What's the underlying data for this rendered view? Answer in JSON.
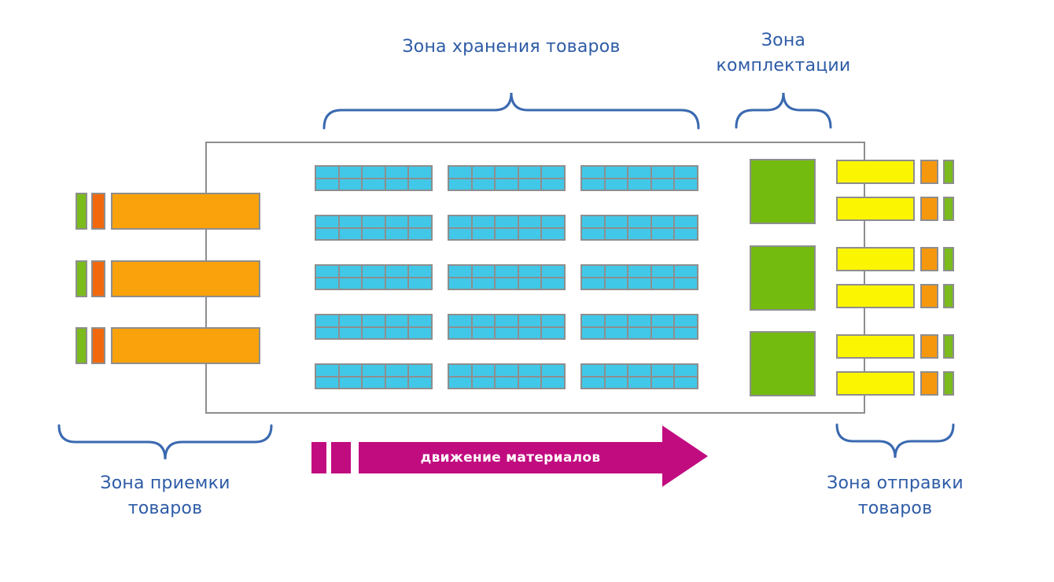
{
  "diagram_title": "warehouse-layout",
  "zones": {
    "storage": {
      "label": "Зона хранения товаров",
      "rack_rows": 5,
      "rack_columns": 3,
      "rack_cell_rows": 2,
      "rack_cell_columns": 5
    },
    "picking": {
      "label_line1": "Зона",
      "label_line2": "комплектации",
      "stations": 3
    },
    "receiving": {
      "label_line1": "Зона приемки",
      "label_line2": "товаров",
      "docks": 3
    },
    "shipping": {
      "label_line1": "Зона отправки",
      "label_line2": "товаров",
      "dock_groups": 3,
      "docks_per_group": 2
    }
  },
  "flow_arrow": {
    "label": "движение материалов",
    "segments": 2,
    "direction": "right"
  },
  "colors": {
    "label_blue": "#2D5BA6",
    "brace_blue": "#3A69B0",
    "outline_gray": "#8E8E8E",
    "rack_cyan": "#41C8E8",
    "dock_orange": "#F9A20B",
    "chip_orange": "#F2690D",
    "chip_green": "#7BBB1C",
    "station_green": "#74BB10",
    "ship_yellow": "#FBF501",
    "ship_orange": "#F6980D",
    "flow_magenta": "#C10C80",
    "arrow_text_white": "#FFFFFF"
  }
}
